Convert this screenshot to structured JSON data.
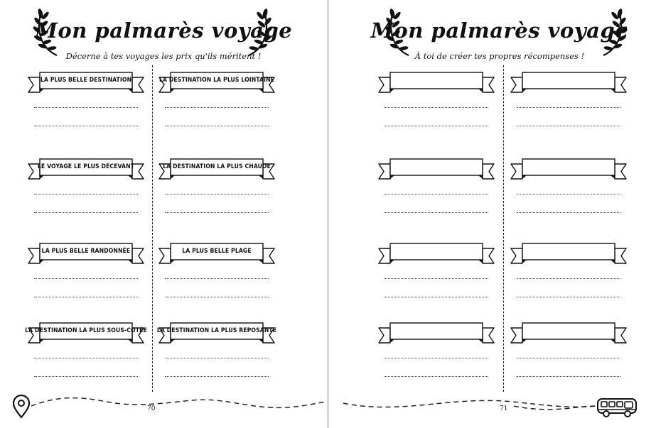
{
  "left_page": {
    "title": "Mon palmarès voyage",
    "subtitle": "Décerne à tes voyages les prix qu'ils méritent !",
    "page_number": "70",
    "awards": [
      "LA PLUS BELLE DESTINATION",
      "LA DESTINATION LA PLUS LOINTAINE",
      "LE VOYAGE LE PLUS DÉCEVANT",
      "LA DESTINATION LA PLUS CHAUDE",
      "LA PLUS BELLE RANDONNÉE",
      "LA PLUS BELLE PLAGE",
      "LA DESTINATION LA PLUS SOUS-COTÉE",
      "LA DESTINATION LA PLUS REPOSANTE"
    ]
  },
  "right_page": {
    "title": "Mon palmarès voyage",
    "subtitle": "À toi de créer tes propres récompenses !",
    "page_number": "71",
    "awards": [
      "",
      "",
      "",
      "",
      "",
      "",
      "",
      ""
    ]
  },
  "icons": {
    "left_decoration": "laurel-branch-icon",
    "right_decoration": "laurel-branch-icon",
    "footer_left": "map-pin-icon",
    "footer_right": "bus-icon"
  },
  "colors": {
    "ink": "#1a1a1a",
    "paper": "#ffffff",
    "gutter": "#d6d6d6"
  }
}
